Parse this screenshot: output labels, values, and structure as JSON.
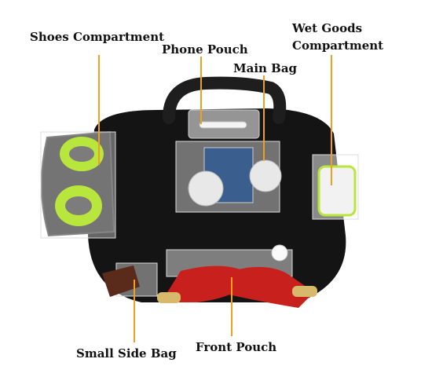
{
  "labels": {
    "shoes": "Shoes Compartment",
    "phone": "Phone Pouch",
    "main": "Main Bag",
    "wet_line1": "Wet Goods",
    "wet_line2": "Compartment",
    "side": "Small Side Bag",
    "front": "Front Pouch"
  },
  "colors": {
    "leader_line": "#f0a020",
    "bag_body": "#141414",
    "callout_box": "#ffffff",
    "shoe_accent": "#b8e63c",
    "paddle_red": "#c8201c",
    "label_text": "#111111"
  }
}
